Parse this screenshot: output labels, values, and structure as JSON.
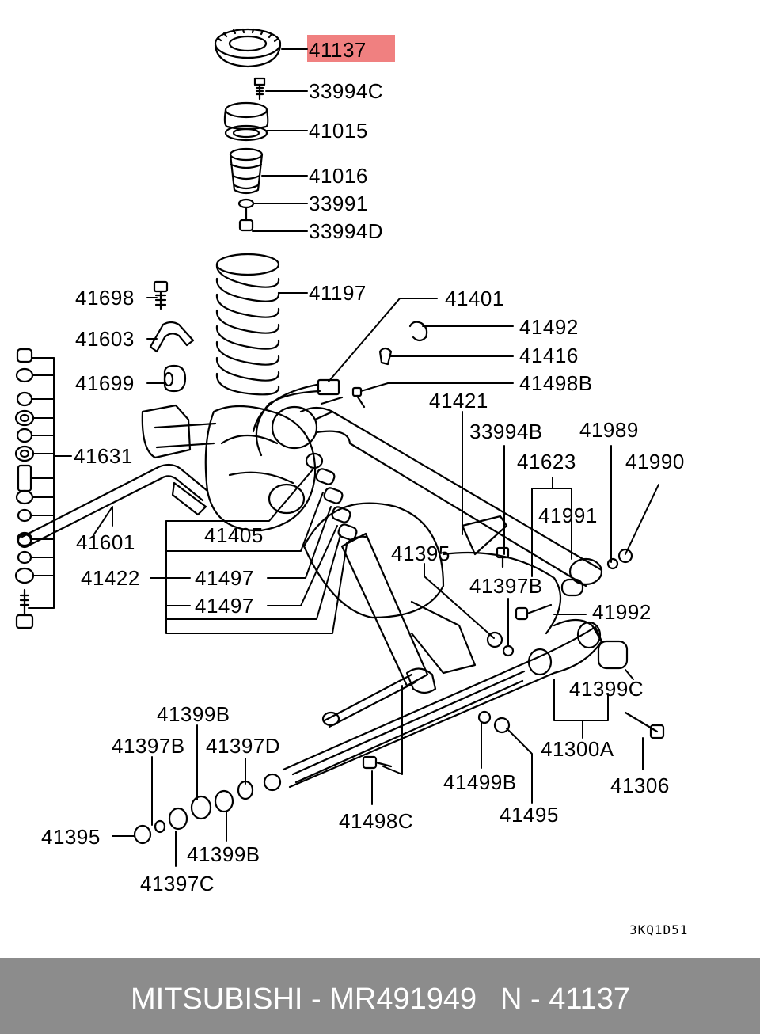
{
  "colors": {
    "highlight": "#f08080",
    "footer_bg": "#8c8c8c",
    "ink": "#000000"
  },
  "labels": {
    "p41137": "41137",
    "p33994C": "33994C",
    "p41015": "41015",
    "p41016": "41016",
    "p33991": "33991",
    "p33994D": "33994D",
    "p41197": "41197",
    "p41698": "41698",
    "p41603": "41603",
    "p41699": "41699",
    "p41401": "41401",
    "p41492": "41492",
    "p41416": "41416",
    "p41498B": "41498B",
    "p41421": "41421",
    "p33994B": "33994B",
    "p41989": "41989",
    "p41623": "41623",
    "p41990": "41990",
    "p41631": "41631",
    "p41991": "41991",
    "p41601": "41601",
    "p41405": "41405",
    "p41395a": "41395",
    "p41422": "41422",
    "p41497a": "41497",
    "p41397B_a": "41397B",
    "p41497b": "41497",
    "p41992": "41992",
    "p41399C": "41399C",
    "p41399B_a": "41399B",
    "p41397B_b": "41397B",
    "p41397D": "41397D",
    "p41300A": "41300A",
    "p41499B": "41499B",
    "p41306": "41306",
    "p41498C": "41498C",
    "p41495": "41495",
    "p41395b": "41395",
    "p41399B_b": "41399B",
    "p41397C": "41397C"
  },
  "diagram_code": "3KQ1D51",
  "footer": {
    "brand_part": "MITSUBISHI - MR491949",
    "n_part": "N - 41137"
  }
}
